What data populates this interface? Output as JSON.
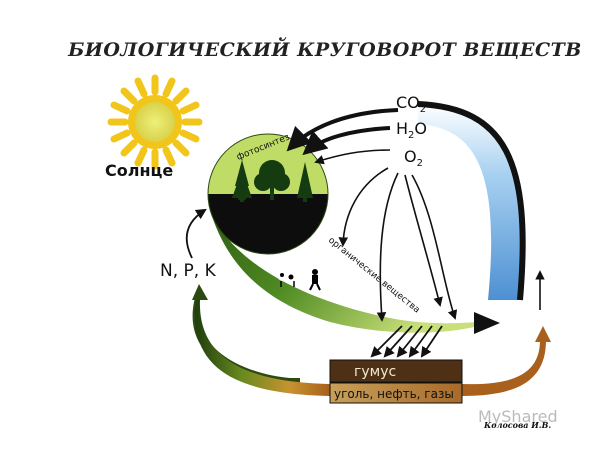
{
  "title": "БИОЛОГИЧЕСКИЙ КРУГОВОРОТ ВЕЩЕСТВ",
  "labels": {
    "sun": "Солнце",
    "co2_main": "CO",
    "co2_sub": "2",
    "h2o_h": "H",
    "h2o_sub": "2",
    "h2o_o": "O",
    "o2_main": "O",
    "o2_sub": "2",
    "npk": "N, P, K",
    "photosynthesis": "фотосинтез",
    "organic": "органические вещества",
    "humus": "гумус",
    "fossil": "уголь, нефть, газы"
  },
  "watermark": "MyShared",
  "credit": "Колосова И.В.",
  "colors": {
    "sun": "#f2c51b",
    "sun_center": "#e0e85a",
    "green_light": "#b8d85a",
    "green_dark": "#3e6e1a",
    "humus": "#5c3a1c",
    "fossil": "#b87a30",
    "arc_blue": "#7ab6e6",
    "arrow_dark": "#1a1a1a"
  }
}
